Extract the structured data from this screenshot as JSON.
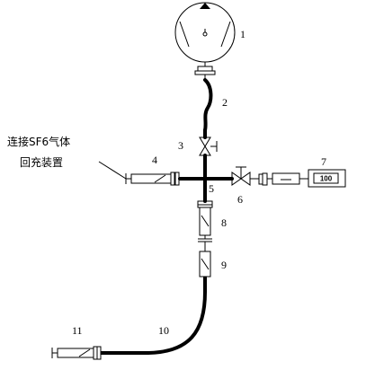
{
  "diagram": {
    "labels": {
      "n1": "1",
      "n2": "2",
      "n3": "3",
      "n4": "4",
      "n5": "5",
      "n6": "6",
      "n7": "7",
      "n8": "8",
      "n9": "9",
      "n10": "10",
      "n11": "11"
    },
    "side_label": {
      "line1": "连接SF6气体",
      "line2": "回充装置"
    },
    "gauge_reading": "100"
  }
}
